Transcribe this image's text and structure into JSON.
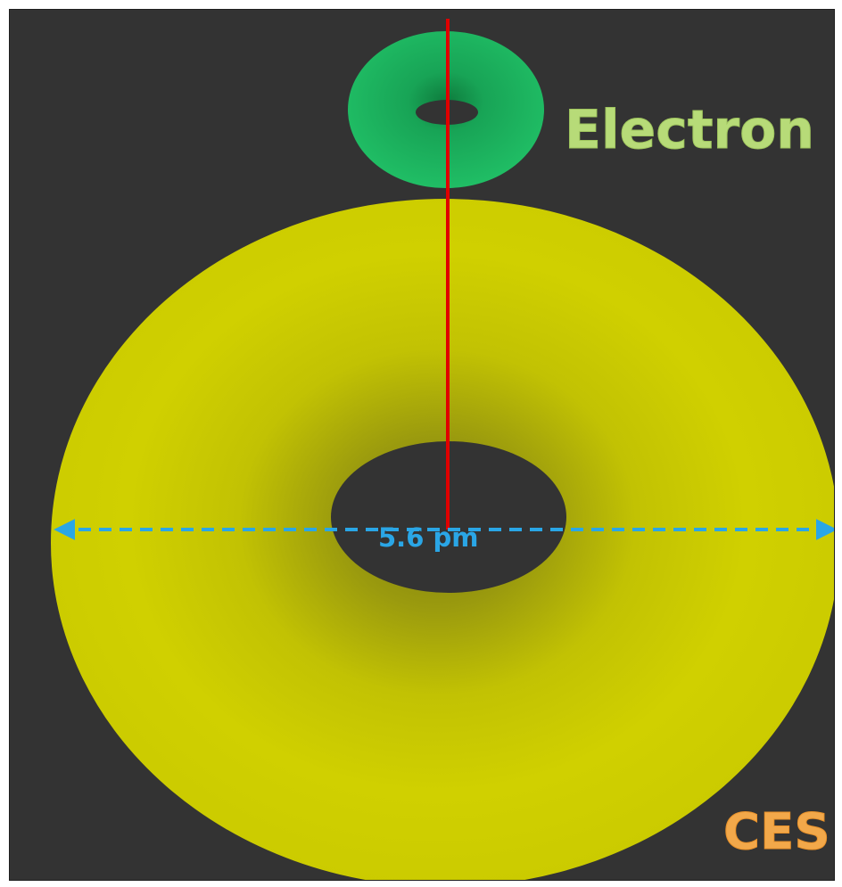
{
  "labels": {
    "particle": "Electron",
    "dimension": "5.6 pm",
    "watermark": "CES"
  },
  "colors": {
    "background": "#333333",
    "nucleus_torus": "#d4d400",
    "electron_torus": "#1fba62",
    "axis_line": "#e00000",
    "dimension_arrow": "#2aa6e6",
    "electron_label": "#b7db78",
    "watermark": "#f2a84a"
  }
}
